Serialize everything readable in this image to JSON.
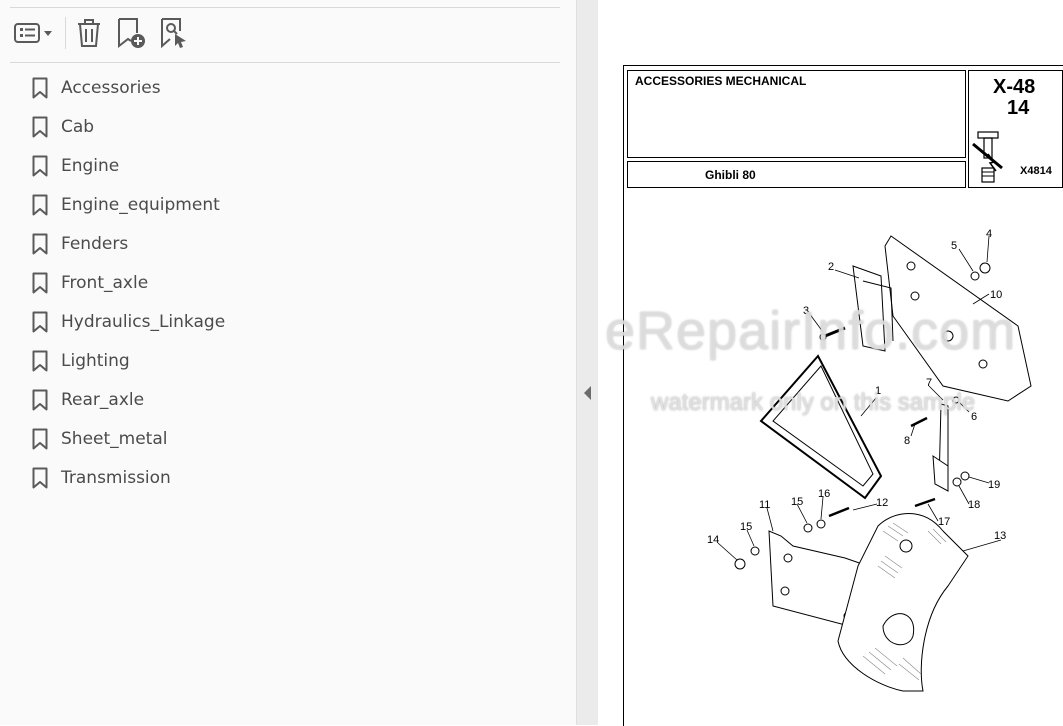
{
  "sidebar": {
    "toolbar": {
      "options_icon": "list-options-icon",
      "delete_icon": "trash-icon",
      "add_bookmark_icon": "bookmark-add-icon",
      "find_bookmark_icon": "bookmark-search-icon"
    },
    "bookmarks": [
      {
        "label": "Accessories"
      },
      {
        "label": "Cab"
      },
      {
        "label": "Engine"
      },
      {
        "label": "Engine_equipment"
      },
      {
        "label": "Fenders"
      },
      {
        "label": "Front_axle"
      },
      {
        "label": "Hydraulics_Linkage"
      },
      {
        "label": "Lighting"
      },
      {
        "label": "Rear_axle"
      },
      {
        "label": "Sheet_metal"
      },
      {
        "label": "Transmission"
      }
    ]
  },
  "document": {
    "title": "ACCESSORIES MECHANICAL",
    "model": "Ghibli  80",
    "code_line1": "X-48",
    "code_line2": "14",
    "code_ref": "X4814",
    "callouts": [
      "1",
      "2",
      "3",
      "4",
      "5",
      "6",
      "7",
      "8",
      "10",
      "11",
      "12",
      "13",
      "14",
      "15",
      "15",
      "16",
      "17",
      "18",
      "19"
    ],
    "watermark_main": "eRepairInfo.com",
    "watermark_sub": "watermark only on this sample"
  },
  "colors": {
    "sidebar_bg": "#fafafa",
    "icon": "#5a5a5a",
    "text": "#4b4b4b"
  }
}
